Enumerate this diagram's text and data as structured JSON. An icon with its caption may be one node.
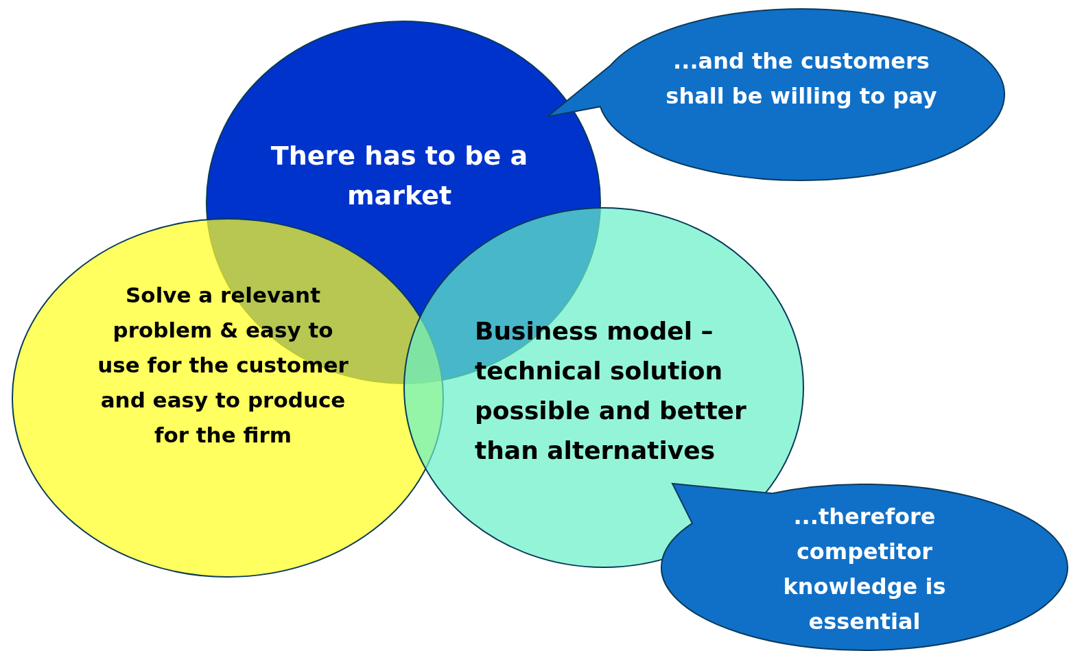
{
  "diagram": {
    "nodes": [
      {
        "text": [
          "There has to be a market"
        ]
      },
      {
        "text": [
          "...and the customers shall be willing to pay"
        ]
      },
      {
        "text": [
          "Solve a relevant problem & easy to use for the customer and easy to produce for the firm"
        ]
      },
      {
        "text": [
          "Business model – technical solution possible and better than alternatives"
        ]
      },
      {
        "text": [
          "...therefore competitor knowledge is essential"
        ]
      }
    ]
  }
}
